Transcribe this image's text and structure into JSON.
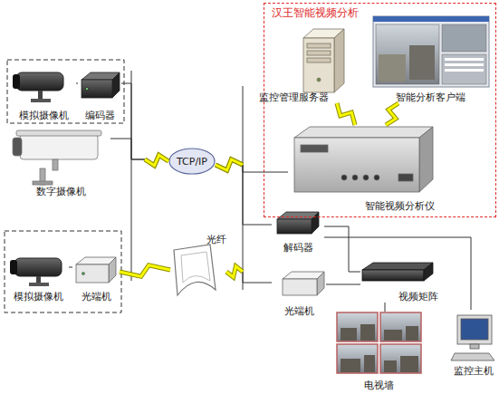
{
  "diagram": {
    "nodes": [
      {
        "text": [
          "汉王智能视频分析"
        ]
      },
      {
        "text": [
          "监控管理服务器"
        ],
        "in": 0
      },
      {
        "text": [
          "智能分析客户端"
        ],
        "in": 0
      },
      {
        "text": [
          "智能视频分析仪"
        ],
        "in": 0
      },
      {
        "text": [
          "模拟摄像机"
        ]
      },
      {
        "text": [
          "编码器"
        ]
      },
      {
        "text": [
          "数字摄像机"
        ]
      },
      {
        "text": [
          "TCP/IP"
        ]
      },
      {
        "text": [
          "模拟摄像机"
        ]
      },
      {
        "text": [
          "光端机"
        ]
      },
      {
        "text": [
          "光纤"
        ]
      },
      {
        "text": [
          "解码器"
        ]
      },
      {
        "text": [
          "光端机"
        ]
      },
      {
        "text": [
          "视频矩阵"
        ]
      },
      {
        "text": [
          "电视墙"
        ]
      },
      {
        "text": [
          "监控主机"
        ]
      }
    ],
    "edges": [
      {
        "from": 4,
        "to": 5,
        "arrow": "none"
      },
      {
        "from": 5,
        "to": 7,
        "arrow": "none"
      },
      {
        "from": 6,
        "to": 7,
        "arrow": "none"
      },
      {
        "from": 7,
        "to": 3,
        "arrow": "none"
      },
      {
        "from": 8,
        "to": 9,
        "arrow": "none"
      },
      {
        "from": 9,
        "to": 10,
        "arrow": "none"
      },
      {
        "from": 10,
        "to": 12,
        "arrow": "none"
      },
      {
        "from": 7,
        "to": 11,
        "arrow": "none"
      },
      {
        "from": 11,
        "to": 13,
        "arrow": "none"
      },
      {
        "from": 12,
        "to": 13,
        "arrow": "none"
      },
      {
        "from": 13,
        "to": 14,
        "arrow": "none"
      },
      {
        "from": 11,
        "to": 15,
        "arrow": "none"
      },
      {
        "from": 1,
        "to": 3,
        "arrow": "none"
      },
      {
        "from": 2,
        "to": 3,
        "arrow": "none"
      }
    ]
  }
}
